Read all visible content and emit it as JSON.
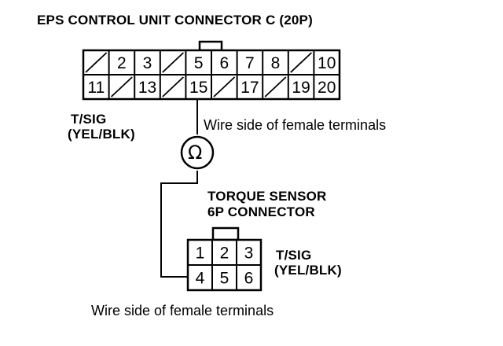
{
  "title": "EPS CONTROL UNIT CONNECTOR C (20P)",
  "connector_c": {
    "row1": [
      "",
      "2",
      "3",
      "",
      "5",
      "6",
      "7",
      "8",
      "",
      "10"
    ],
    "row2": [
      "11",
      "",
      "13",
      "",
      "15",
      "",
      "17",
      "",
      "19",
      "20"
    ]
  },
  "left_signal": {
    "line1": "T/SIG",
    "line2": "(YEL/BLK)"
  },
  "wire_side_1": "Wire side of female terminals",
  "ohmmeter_symbol": "Ω",
  "torque_sensor": {
    "line1": "TORQUE SENSOR",
    "line2": "6P CONNECTOR"
  },
  "connector_6p": {
    "row1": [
      "1",
      "2",
      "3"
    ],
    "row2": [
      "4",
      "5",
      "6"
    ]
  },
  "right_signal": {
    "line1": "T/SIG",
    "line2": "(YEL/BLK)"
  },
  "wire_side_2": "Wire side of female terminals"
}
